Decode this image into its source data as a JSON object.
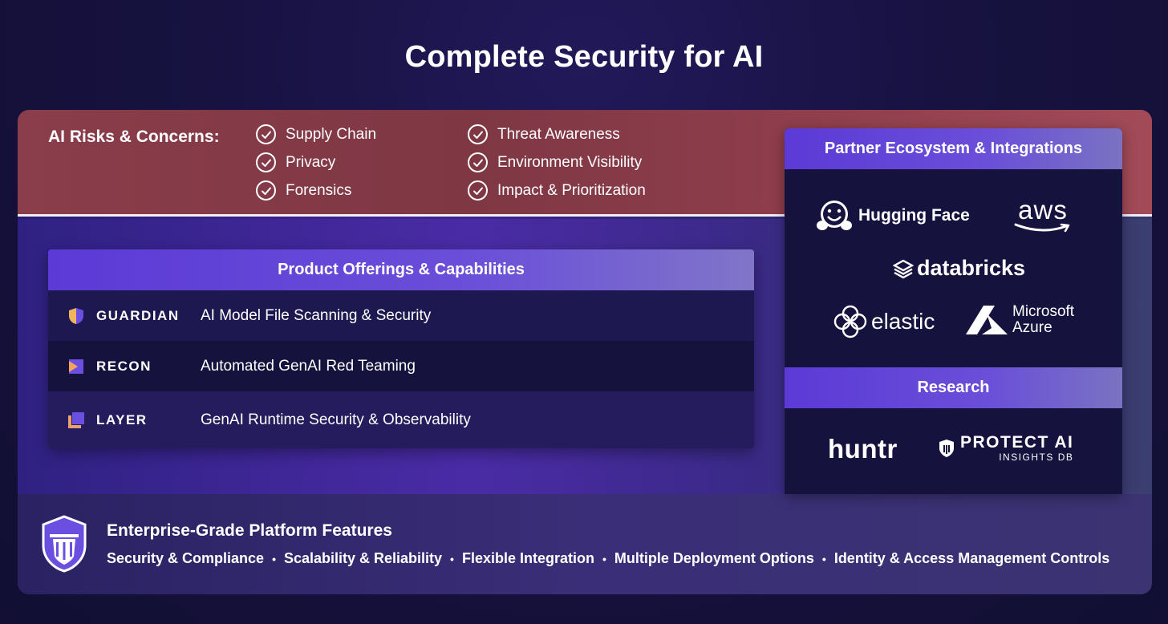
{
  "title": "Complete Security for AI",
  "risks": {
    "label": "AI Risks & Concerns:",
    "items": [
      "Supply Chain",
      "Privacy",
      "Forensics",
      "Threat Awareness",
      "Environment Visibility",
      "Impact & Prioritization"
    ]
  },
  "offerings": {
    "header": "Product Offerings & Capabilities",
    "products": [
      {
        "name": "GUARDIAN",
        "desc": "AI Model File Scanning & Security",
        "icon": "guardian-icon"
      },
      {
        "name": "RECON",
        "desc": "Automated GenAI Red Teaming",
        "icon": "recon-icon"
      },
      {
        "name": "LAYER",
        "desc": "GenAI Runtime Security & Observability",
        "icon": "layer-icon"
      }
    ]
  },
  "partners": {
    "header": "Partner Ecosystem & Integrations",
    "logos": {
      "hugging_face": "Hugging Face",
      "aws": "aws",
      "databricks": "databricks",
      "elastic": "elastic",
      "microsoft_line1": "Microsoft",
      "microsoft_line2": "Azure"
    }
  },
  "research": {
    "header": "Research",
    "huntr": "huntr",
    "protect_ai": "PROTECT AI",
    "insights": "INSIGHTS DB"
  },
  "enterprise": {
    "title": "Enterprise-Grade Platform Features",
    "features": [
      "Security & Compliance",
      "Scalability & Reliability",
      "Flexible Integration",
      "Multiple Deployment Options",
      "Identity & Access Management Controls"
    ],
    "separator": "•"
  },
  "colors": {
    "risk_band": "#8a3d4a",
    "header_purple": "#5b3ad6",
    "panel_dark": "#16123e",
    "guardian_accent": "#f0b45a",
    "recon_accent": "#f5a45a",
    "layer_accent": "#e8a070"
  }
}
